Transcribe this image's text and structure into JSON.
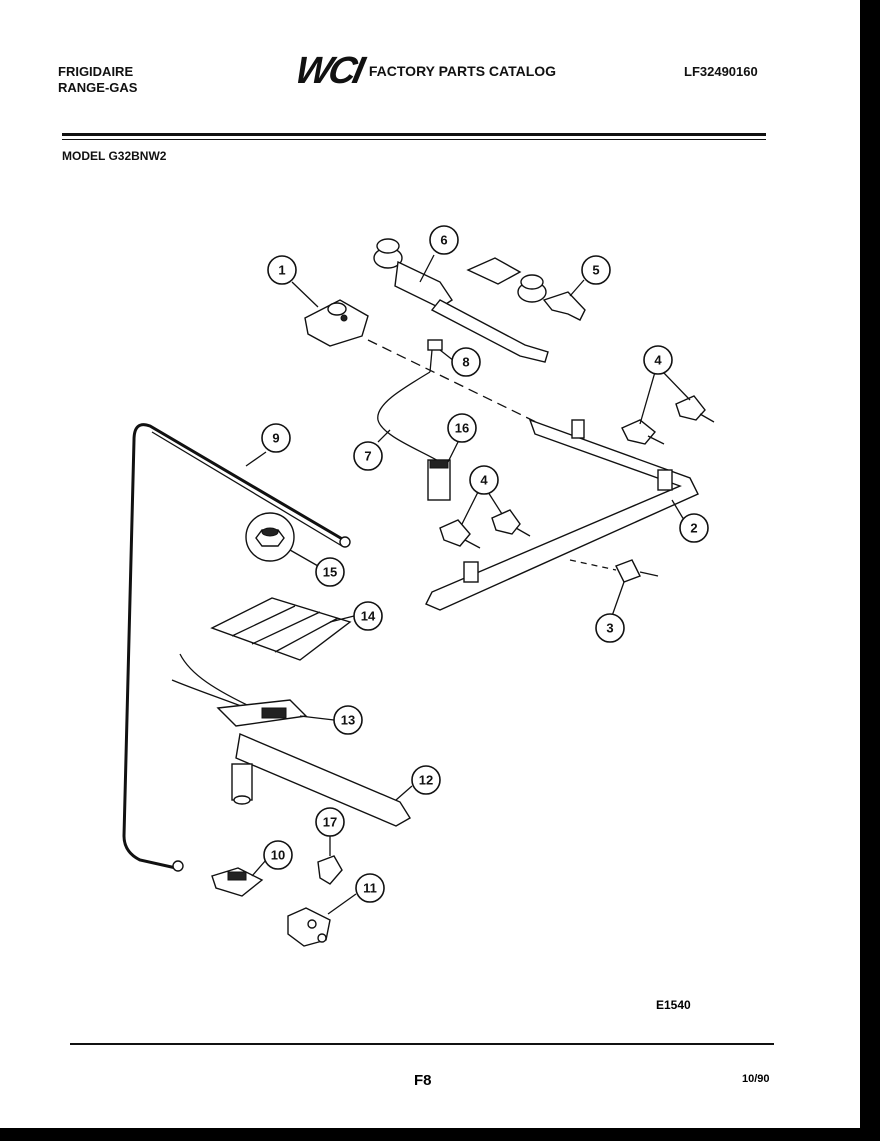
{
  "header": {
    "brand_line1": "FRIGIDAIRE",
    "brand_line2": "RANGE-GAS",
    "logo_text": "WCI",
    "catalog_title": "FACTORY PARTS CATALOG",
    "catalog_number": "LF32490160",
    "model": "MODEL G32BNW2"
  },
  "callouts": [
    "1",
    "2",
    "3",
    "4",
    "5",
    "6",
    "7",
    "8",
    "9",
    "10",
    "11",
    "12",
    "13",
    "14",
    "15",
    "16",
    "17",
    "4"
  ],
  "footer": {
    "diagram_code": "E1540",
    "page_number": "F8",
    "date": "10/90"
  }
}
